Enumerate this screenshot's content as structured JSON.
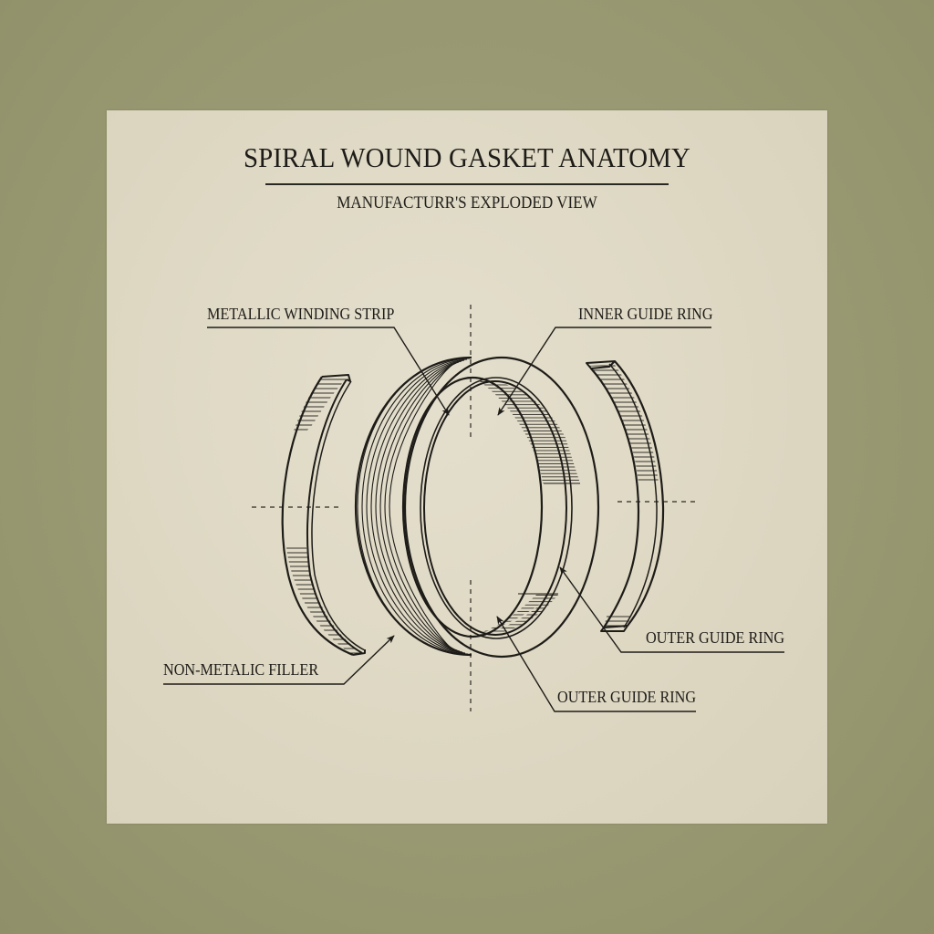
{
  "title": "SPIRAL WOUND GASKET ANATOMY",
  "subtitle": "MANUFACTURR'S EXPLODED VIEW",
  "colors": {
    "background": "#9a9a78",
    "paper": "#e0dac6",
    "ink": "#1e1c18"
  },
  "diagram": {
    "type": "exploded-view",
    "components": [
      {
        "id": "left-ring-segment",
        "description": "curved hatched ring segment (left, exploded)"
      },
      {
        "id": "main-gasket-ring",
        "description": "spiral wound ring with layered winding strips"
      },
      {
        "id": "right-ring-segment",
        "description": "curved hatched ring segment (right, exploded)"
      }
    ],
    "labels": [
      {
        "id": "metallic-winding-strip",
        "text": "METALLIC WINDING STRIP",
        "points_to": "main-gasket-ring"
      },
      {
        "id": "inner-guide-ring",
        "text": "INNER GUIDE RING",
        "points_to": "main-gasket-ring"
      },
      {
        "id": "non-metalic-filler",
        "text": "NON-METALIC FILLER",
        "points_to": "main-gasket-ring"
      },
      {
        "id": "outer-guide-ring-upper",
        "text": "OUTER GUIDE RING",
        "points_to": "main-gasket-ring"
      },
      {
        "id": "outer-guide-ring-lower",
        "text": "OUTER GUIDE RING",
        "points_to": "main-gasket-ring"
      }
    ],
    "centerlines": [
      "vertical through main ring",
      "horizontal through left segment",
      "horizontal through right segment"
    ]
  }
}
